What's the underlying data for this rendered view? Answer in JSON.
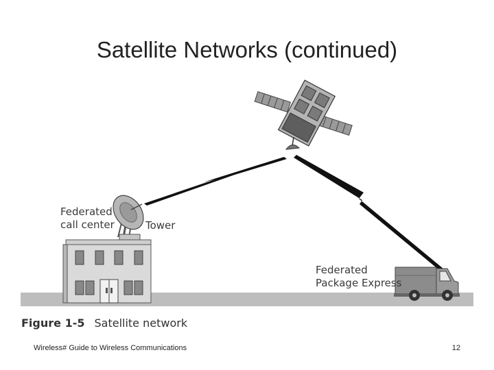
{
  "slide": {
    "title": "Satellite Networks (continued)",
    "footer_text": "Wireless# Guide to Wireless Communications",
    "page_number": "12"
  },
  "figure": {
    "call_center_label_line1": "Federated",
    "call_center_label_line2": "call center",
    "tower_label": "Tower",
    "truck_label_line1": "Federated",
    "truck_label_line2": "Package Express",
    "caption_number": "Figure 1-5",
    "caption_text": "Satellite network"
  },
  "colors": {
    "ground": "#bdbdbd",
    "building": "#d4d4d4",
    "truck": "#8a8a8a",
    "bolt": "#111111"
  }
}
